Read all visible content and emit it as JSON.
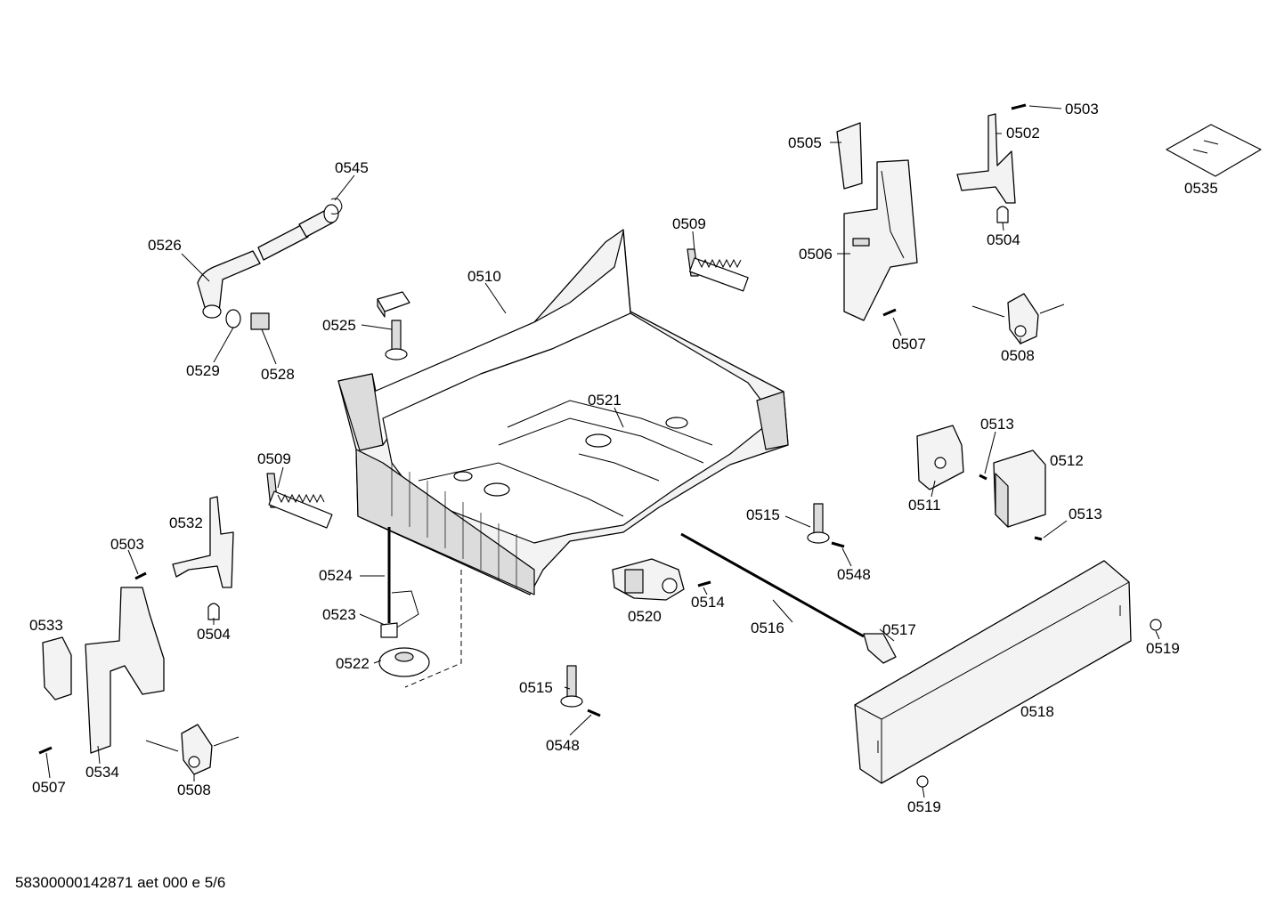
{
  "labels": {
    "l0503a": "0503",
    "l0502": "0502",
    "l0505": "0505",
    "l0535": "0535",
    "l0545": "0545",
    "l0509a": "0509",
    "l0504a": "0504",
    "l0526": "0526",
    "l0510": "0510",
    "l0506": "0506",
    "l0525": "0525",
    "l0507a": "0507",
    "l0508a": "0508",
    "l0529": "0529",
    "l0528": "0528",
    "l0521": "0521",
    "l0513a": "0513",
    "l0512": "0512",
    "l0509b": "0509",
    "l0511": "0511",
    "l0515a": "0515",
    "l0513b": "0513",
    "l0532": "0532",
    "l0503b": "0503",
    "l0548a": "0548",
    "l0524": "0524",
    "l0514": "0514",
    "l0504b": "0504",
    "l0520": "0520",
    "l0523": "0523",
    "l0516": "0516",
    "l0517": "0517",
    "l0533": "0533",
    "l0519a": "0519",
    "l0522": "0522",
    "l0515b": "0515",
    "l0518": "0518",
    "l0548b": "0548",
    "l0534": "0534",
    "l0507b": "0507",
    "l0508b": "0508",
    "l0519b": "0519"
  },
  "footer": "58300000142871 aet 000 e 5/6"
}
